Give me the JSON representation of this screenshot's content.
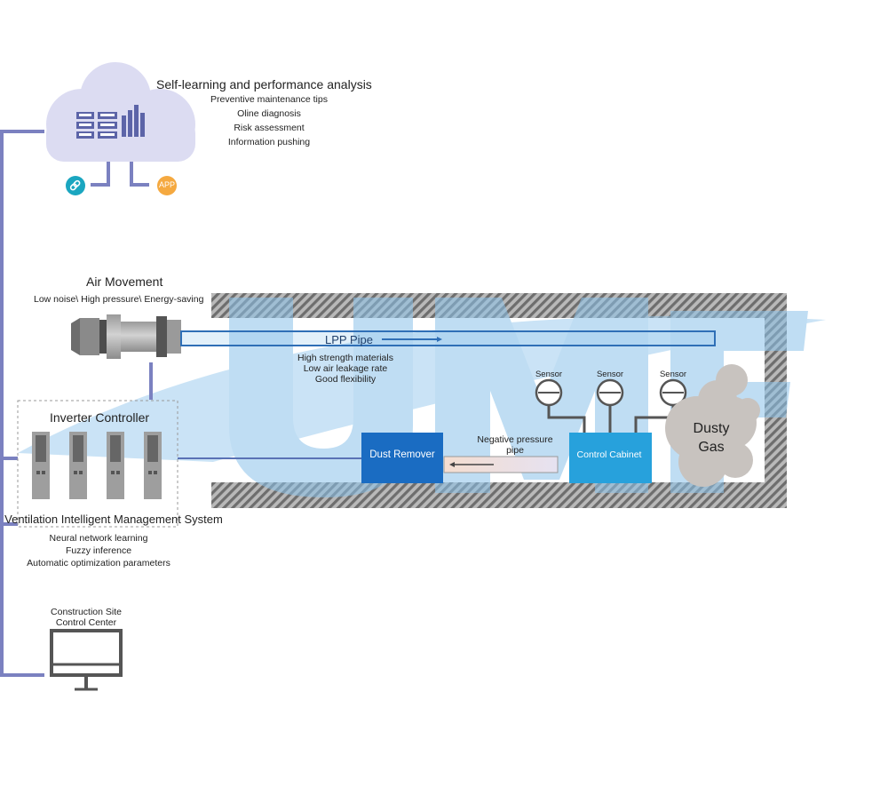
{
  "colors": {
    "line": "#7b81c0",
    "cloud": "#dcdcf2",
    "dust_remover": "#1a6cc2",
    "control_cabinet": "#27a1dc",
    "pipe": "#2f6fb6",
    "watermark": "#8cc3ea",
    "hatch": "#8a8a8a",
    "gas": "#c8c3bf",
    "link_icon": "#1aa6c0",
    "app_icon": "#f5a940"
  },
  "cloud": {
    "title": "Self-learning and performance analysis",
    "items": [
      "Preventive maintenance tips",
      "Oline diagnosis",
      "Risk assessment",
      "Information pushing"
    ],
    "link_icon": "link-icon",
    "app_label": "APP"
  },
  "air_movement": {
    "title": "Air Movement",
    "subtitle": "Low noise\\ High pressure\\ Energy-saving"
  },
  "lpp_pipe": {
    "label": "LPP Pipe",
    "features": [
      "High strength materials",
      "Low air leakage rate",
      "Good flexibility"
    ]
  },
  "inverter": {
    "title": "Inverter Controller",
    "system_title": "Ventilation Intelligent Management System",
    "features": [
      "Neural network learning",
      "Fuzzy inference",
      "Automatic optimization parameters"
    ]
  },
  "tunnel": {
    "dust_remover": "Dust Remover",
    "negative_pipe": [
      "Negative pressure",
      "pipe"
    ],
    "control_cabinet": "Control Cabinet",
    "sensors": [
      "Sensor",
      "Sensor",
      "Sensor"
    ],
    "dusty_gas": [
      "Dusty",
      "Gas"
    ]
  },
  "control_center": {
    "title": [
      "Construction Site",
      "Control Center"
    ]
  }
}
